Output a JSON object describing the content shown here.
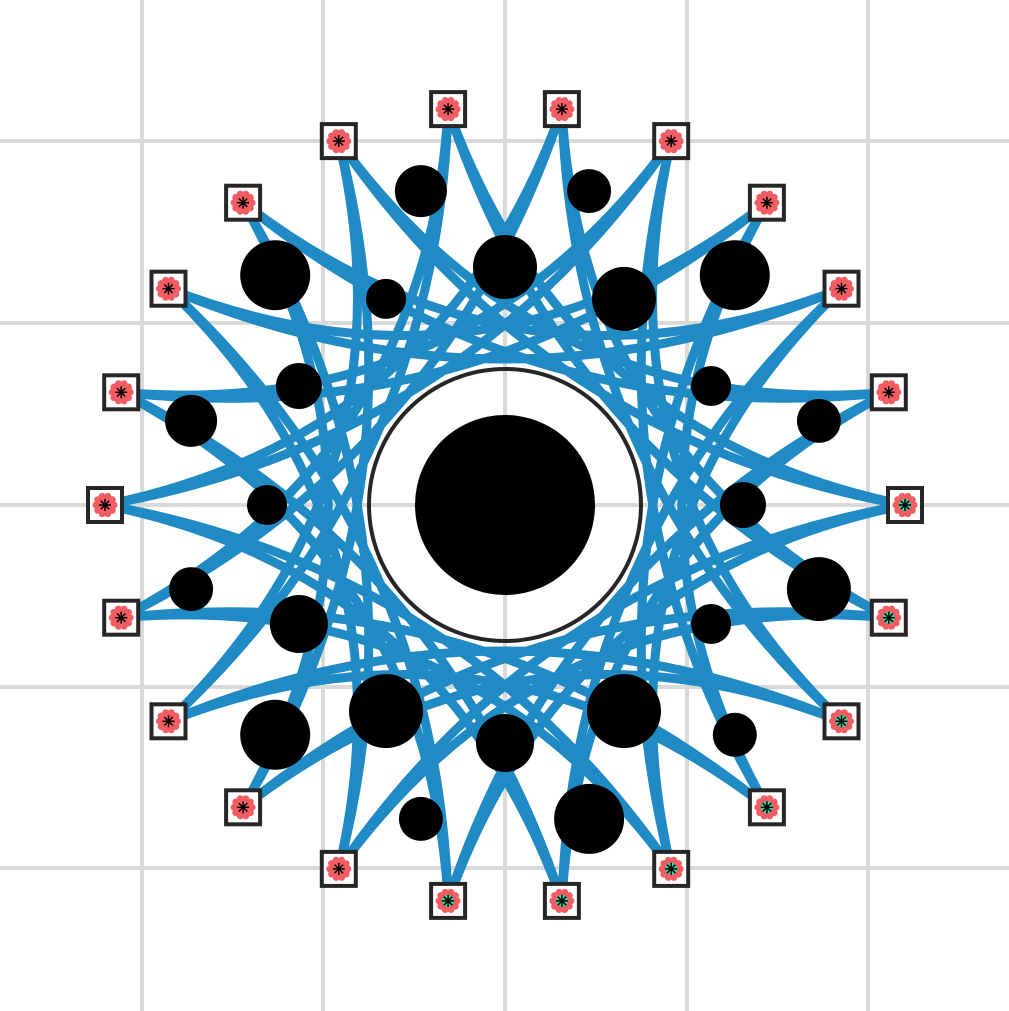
{
  "colors": {
    "background": "#ffffff",
    "grid": "#d9d9d9",
    "track": "#1f8ac4",
    "obstacle": "#000000",
    "ring": "#262626",
    "node_border": "#262626",
    "marker_red": "#f25d63",
    "marker_green": "#2fd6a4",
    "marker_star": "#000000"
  },
  "board": {
    "node_count": 22,
    "green_node_indices": [
      0,
      1,
      2,
      3,
      4,
      5,
      6
    ],
    "connection_offsets": [
      6,
      7
    ]
  },
  "icons": {
    "node": "square-node-icon",
    "marker": "burst-marker-icon",
    "obstacle": "filled-circle-icon",
    "ring": "ring-icon"
  }
}
